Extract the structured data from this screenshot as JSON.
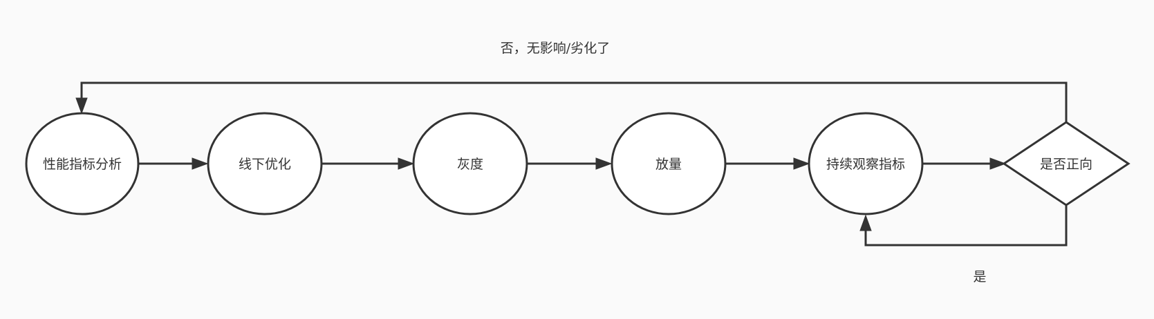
{
  "diagram": {
    "nodes": {
      "analyze": "性能指标分析",
      "offline": "线下优化",
      "gray": "灰度",
      "release": "放量",
      "observe": "持续观察指标",
      "decision": "是否正向"
    },
    "edges": {
      "no_label": "否，无影响/劣化了",
      "yes_label": "是"
    },
    "colors": {
      "background": "#fafafa",
      "stroke": "#333333",
      "node_fill": "#ffffff"
    }
  }
}
